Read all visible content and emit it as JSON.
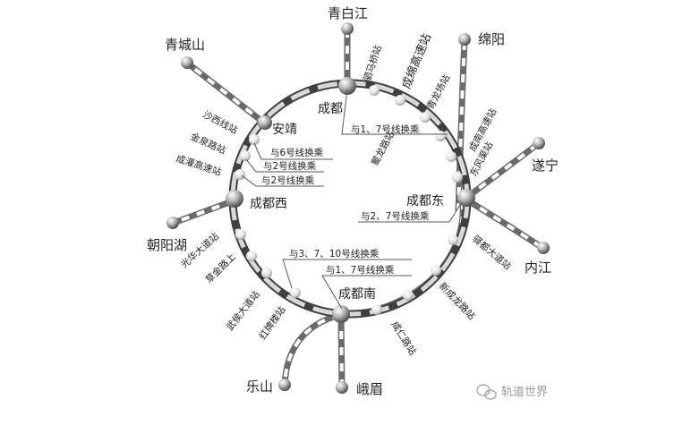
{
  "terminals": {
    "qingbaijiang": "青白江",
    "mianyang": "绵阳",
    "qingchengshan": "青城山",
    "suining": "遂宁",
    "chaoyanghu": "朝阳湖",
    "neijiang": "内江",
    "leshan": "乐山",
    "emei": "峨眉"
  },
  "hubs": {
    "chengdu": "成都",
    "anjing": "安靖",
    "chengduxi": "成都西",
    "chengdudong": "成都东",
    "chengdunan": "成都南"
  },
  "stations": {
    "simaqiao": "驷马桥站",
    "chengmian_gaosu": "成绵高速站",
    "qinglongchang": "青龙场站",
    "chengnan_gaosu": "成南高速站",
    "shulonglu": "蜀龙路站",
    "dongfengqu": "东风渠站",
    "shaxixian": "沙西线站",
    "jinquanlu": "金泉路站",
    "chengguan_gaosu": "成灌高速站",
    "guanghua_dadao": "光华大道站",
    "caojinlu": "草金路上",
    "wuhou_dadao": "武侯大道站",
    "hongpailou": "红牌楼站",
    "shuangcheng_lu": "成仁路站",
    "xinchenglong_lu": "新成龙路站",
    "yidu_dadao": "驿都大道站"
  },
  "notes": {
    "chengdu_transfer": "与1、7号线换乘",
    "anjing_6": "与6号线换乘",
    "anjing_2a": "与2号线换乘",
    "anjing_2b": "与2号线换乘",
    "chengdudong_transfer": "与2、7号线换乘",
    "chengdunan_a": "与3、7、10号线换乘",
    "chengdunan_b": "与1、7号线换乘"
  },
  "watermark": "轨道世界",
  "colors": {
    "rail_dark": "#4a4a4a",
    "rail_light": "#cfcfcf",
    "rail_border": "#6a6a6a",
    "node": "#9a9a9a",
    "node_light": "#e8e8e8",
    "label": "#222222"
  }
}
